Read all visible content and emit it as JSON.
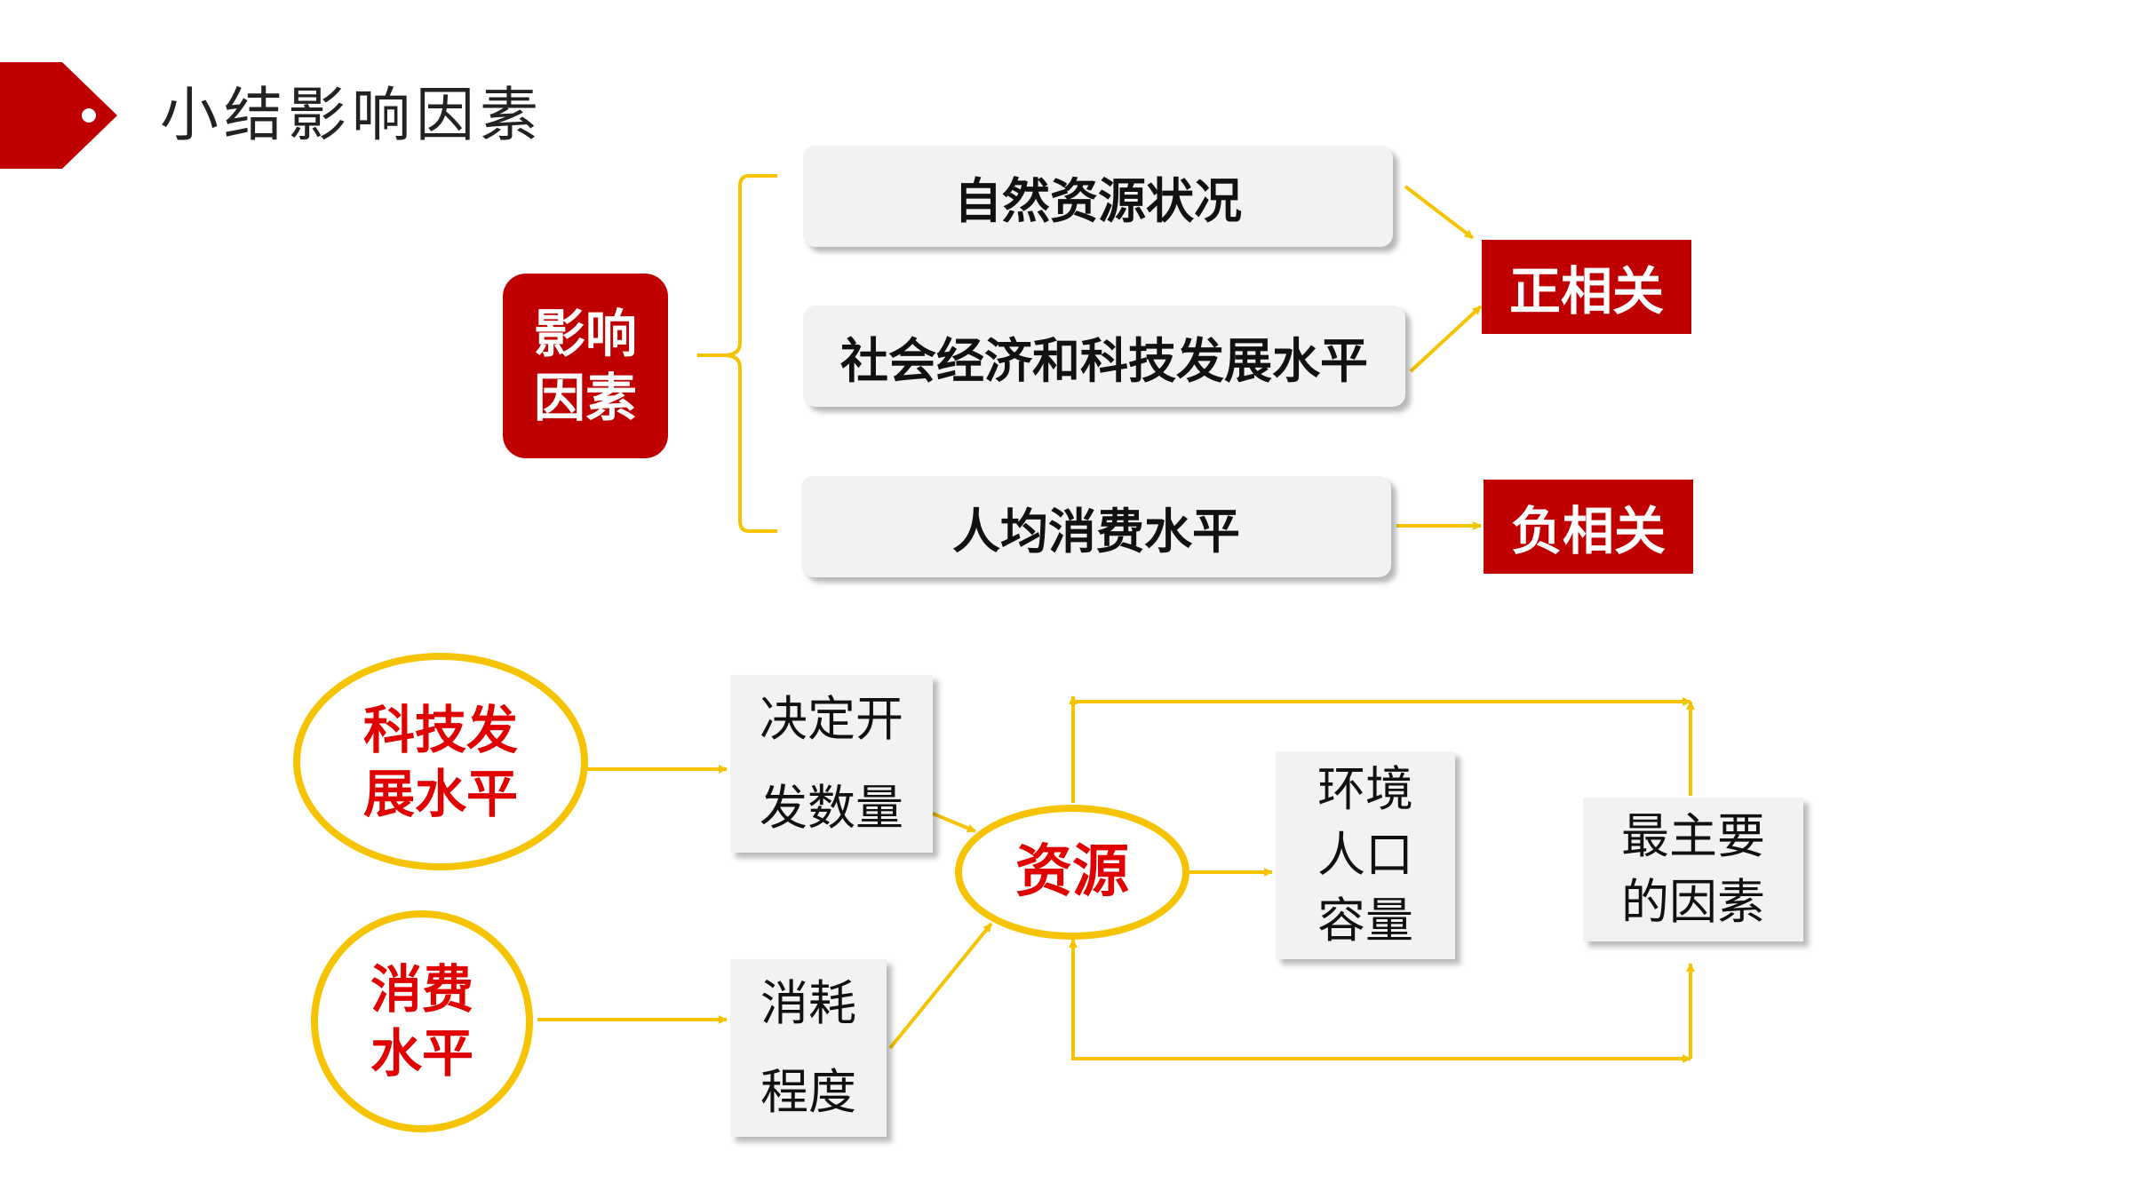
{
  "title": "小结影响因素",
  "top_diagram": {
    "center": [
      "影响",
      "因素"
    ],
    "factors": [
      "自然资源状况",
      "社会经济和科技发展水平",
      "人均消费水平"
    ],
    "results": [
      "正相关",
      "负相关"
    ]
  },
  "bottom_diagram": {
    "ovals": {
      "tech": [
        "科技发",
        "展水平"
      ],
      "consume": [
        "消费",
        "水平"
      ],
      "resource": "资源"
    },
    "boxes": {
      "decide": [
        "决定开",
        "发数量"
      ],
      "consume_degree": [
        "消耗",
        "程度"
      ],
      "capacity": [
        "环境",
        "人口",
        "容量"
      ],
      "main_factor": [
        "最主要",
        "的因素"
      ]
    }
  },
  "colors": {
    "accent_red": "#c00000",
    "line_yellow": "#f5c300",
    "oval_text_red": "#e00000"
  }
}
